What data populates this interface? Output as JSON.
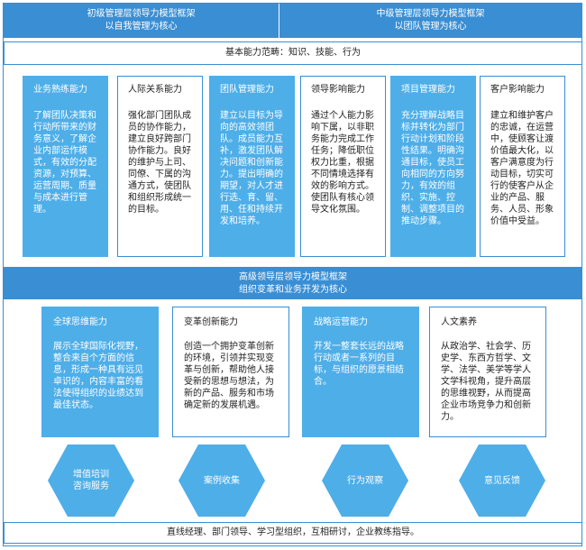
{
  "frameworks": {
    "junior": {
      "title": "初级管理层领导力模型框架",
      "subtitle": "以自我管理为核心"
    },
    "middle": {
      "title": "中级管理层领导力模型框架",
      "subtitle": "以团队管理为核心"
    },
    "senior": {
      "title": "高级领导层领导力模型框架",
      "subtitle": "组织变革和业务开发为核心"
    }
  },
  "basic_scope": "基本能力范畴：知识、技能、行为",
  "upper_cards": [
    {
      "title": "业务熟练能力",
      "body": "了解团队决策和行动所带来的财务意义，了解企业内部运作模式，有效的分配资源，对预算、运营周期、质量与成本进行管理。",
      "style": "blue"
    },
    {
      "title": "人际关系能力",
      "body": "强化部门团队成员的协作能力，建立良好跨部门协作能力。良好的维护与上司、同僚、下属的沟通方式，使团队和组织形成统一的目标。",
      "style": "white"
    },
    {
      "title": "团队管理能力",
      "body": "建立以目标为导向的高效领团队。成员能力互补，激发团队解决问题和创新能力。提出明确的期望，对人才进行选、育、留、用、任和持续开发和培养。",
      "style": "blue"
    },
    {
      "title": "领导影响能力",
      "body": "通过个人能力影响下属，以非职务能力完成工作任务；降低职位权力比重，根据不同情境选择有效的影响方式。使团队有核心领导文化氛围。",
      "style": "white"
    },
    {
      "title": "项目管理能力",
      "body": "充分理解战略目标并转化为部门行动计划和阶段性结果。明确沟通目标，使员工向相同的方向努力，有效的组织、实施、控制、调整项目的推动步骤。",
      "style": "blue"
    },
    {
      "title": "客户影响能力",
      "body": "建立和维护客户的忠诚，在运营中，使顾客让渡价值最大化，以客户满意度为行动目标，切实可行的使客户从企业的产品、服务、人员、形象价值中受益。",
      "style": "white"
    }
  ],
  "lower_cards": [
    {
      "title": "全球思维能力",
      "body": "展示全球国际化视野，整合来自个方面的信息，形成一种具有远见卓识的，内容丰富的看法使得组织的业绩达到最佳状态。",
      "style": "blue"
    },
    {
      "title": "变革创新能力",
      "body": "创造一个拥护变革创新的环境，引领并实现变革与创新，帮助他人接受新的思想与想法，为新的产品、服务和市场确定新的发展机遇。",
      "style": "white"
    },
    {
      "title": "战略运营能力",
      "body": "开发一整套长远的战略行动或者一系列的目标，与组织的愿景相结合。",
      "style": "blue"
    },
    {
      "title": "人文素养",
      "body": "从政治学、社会学、历史学、东西方哲学、文学、法学、美学等学人文学科视角，提升高层的思维视野，从而提高企业市场竞争力和创新力。",
      "style": "white"
    }
  ],
  "process_steps": [
    {
      "label_lines": [
        "增值培训",
        "咨询服务"
      ]
    },
    {
      "label_lines": [
        "案例收集"
      ]
    },
    {
      "label_lines": [
        "行为观察"
      ]
    },
    {
      "label_lines": [
        "意见反馈"
      ]
    }
  ],
  "footer": "直线经理、部门领导、学习型组织，互相研讨，企业教练指导。",
  "colors": {
    "primary": "#3a8ed3",
    "card_blue": "#4eaee8",
    "text": "#222222"
  }
}
